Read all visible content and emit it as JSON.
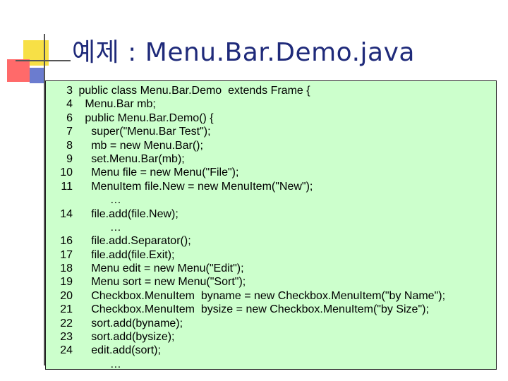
{
  "title": "예제 : Menu.Bar.Demo.java",
  "lines": [
    {
      "num": "3",
      "code": " public class Menu.Bar.Demo  extends Frame {"
    },
    {
      "num": "4",
      "code": "   Menu.Bar mb;"
    },
    {
      "num": "6",
      "code": "   public Menu.Bar.Demo() {"
    },
    {
      "num": "7",
      "code": "     super(\"Menu.Bar Test\");"
    },
    {
      "num": "8",
      "code": "     mb = new Menu.Bar();"
    },
    {
      "num": "9",
      "code": "     set.Menu.Bar(mb);"
    },
    {
      "num": "10",
      "code": "     Menu file = new Menu(\"File\");"
    },
    {
      "num": "11",
      "code": "     MenuItem file.New = new MenuItem(\"New\");"
    },
    {
      "num": "",
      "code": "           …"
    },
    {
      "num": "14",
      "code": "     file.add(file.New);"
    },
    {
      "num": "",
      "code": "           …"
    },
    {
      "num": "16",
      "code": "     file.add.Separator();"
    },
    {
      "num": "17",
      "code": "     file.add(file.Exit);"
    },
    {
      "num": "18",
      "code": "     Menu edit = new Menu(\"Edit\");"
    },
    {
      "num": "19",
      "code": "     Menu sort = new Menu(\"Sort\");"
    },
    {
      "num": "20",
      "code": "     Checkbox.MenuItem  byname = new Checkbox.MenuItem(\"by Name\");"
    },
    {
      "num": "21",
      "code": "     Checkbox.MenuItem  bysize = new Checkbox.MenuItem(\"by Size\");"
    },
    {
      "num": "22",
      "code": "     sort.add(byname);"
    },
    {
      "num": "23",
      "code": "     sort.add(bysize);"
    },
    {
      "num": "24",
      "code": "     edit.add(sort);"
    },
    {
      "num": "",
      "code": "           …"
    }
  ]
}
